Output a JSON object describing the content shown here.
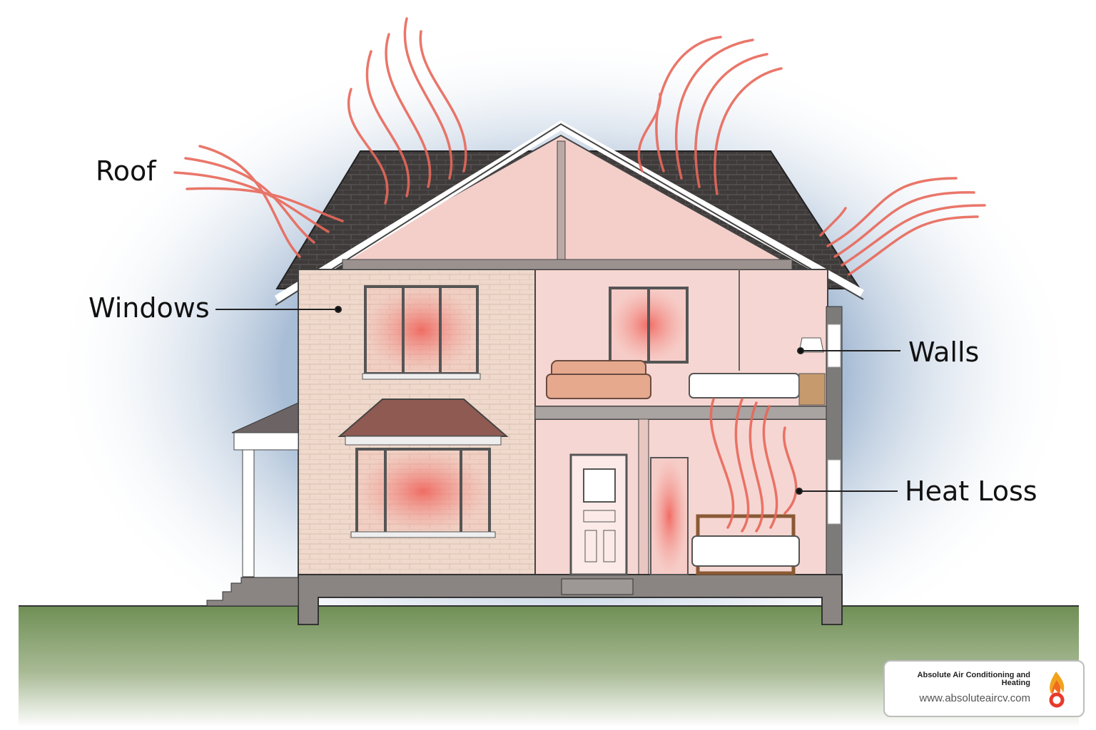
{
  "labels": {
    "roof": "Roof",
    "windows": "Windows",
    "walls": "Walls",
    "heat_loss": "Heat Loss"
  },
  "logo": {
    "company": "Absolute Air Conditioning and Heating",
    "url": "www.absoluteaircv.com",
    "icon": "flame-icon"
  },
  "colors": {
    "heat": "#e8685a",
    "roof": "#3f3b3b",
    "wall_pink": "#f6d6d2",
    "brick": "#efd9cc",
    "ground": "#6f8f55",
    "cold_glow": "#9fb6d1"
  }
}
